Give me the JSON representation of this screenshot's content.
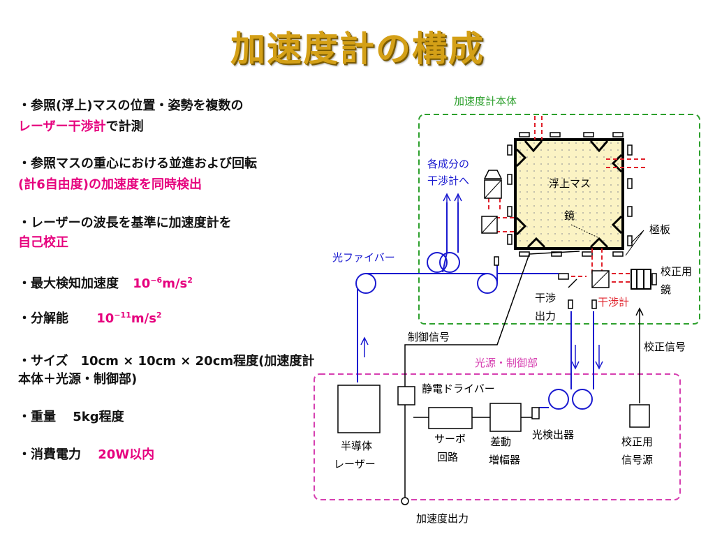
{
  "title": "加速度計の構成",
  "bullets": {
    "b1_l1": "・参照(浮上)マスの位置・姿勢を複数の",
    "b1_l2_red": "レーザー干渉計",
    "b1_l2_rest": "で計測",
    "b2_l1": "・参照マスの重心における並進および回転",
    "b2_l2_red": "(計6自由度)の加速度を同時検出",
    "b3_l1": "・レーザーの波長を基準に加速度計を",
    "b3_l2_red": "自己校正",
    "b4_label": "・最大検知加速度",
    "b4_val": "10",
    "b4_exp": "−6",
    "b4_unit": "m/s",
    "b4_unitexp": "2",
    "b5_label": "・分解能",
    "b5_val": "10",
    "b5_exp": "−11",
    "b5_unit": "m/s",
    "b5_unitexp": "2",
    "b6_l1": "・サイズ　10cm × 10cm × 20cm程度(加速度計",
    "b6_l2": "本体＋光源・制御部)",
    "b7": "・重量　 5kg程度",
    "b8_label": "・消費電力",
    "b8_val": "20W以内"
  },
  "diagram": {
    "body_label": "加速度計本体",
    "to_interferometers_l1": "各成分の",
    "to_interferometers_l2": "干渉計へ",
    "floating_mass": "浮上マス",
    "mirror": "鏡",
    "electrode": "極板",
    "fiber": "光ファイバー",
    "calib_mirror_l1": "校正用",
    "calib_mirror_l2": "鏡",
    "interf_out_l1": "干渉",
    "interf_out_l2": "出力",
    "interferometer": "干渉計",
    "control_signal": "制御信号",
    "calib_signal": "校正信号",
    "source_control": "光源・制御部",
    "es_driver": "静電ドライバー",
    "servo_l1": "サーボ",
    "servo_l2": "回路",
    "diff_l1": "差動",
    "diff_l2": "増幅器",
    "photodetector": "光検出器",
    "laser_l1": "半導体",
    "laser_l2": "レーザー",
    "calib_src_l1": "校正用",
    "calib_src_l2": "信号源",
    "accel_output": "加速度出力"
  },
  "colors": {
    "title": "#d4a017",
    "accent_red": "#e6007e",
    "green_box": "#2da02d",
    "magenta_box": "#d63fb0",
    "fiber_blue": "#1a1ad0",
    "laser_red": "#e0202a",
    "mass_fill": "#fbf3c4"
  }
}
